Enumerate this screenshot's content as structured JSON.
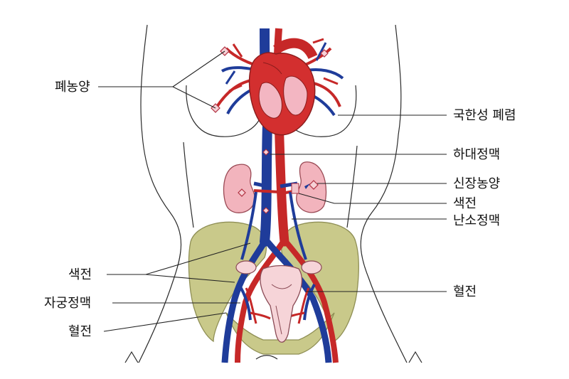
{
  "colors": {
    "vein": "#1f3c9a",
    "artery": "#c62828",
    "heart": "#d32f2f",
    "heart_chamber": "#f3b6c2",
    "kidney": "#f2b4bd",
    "pelvis": "#c9c98a",
    "pelvis_edge": "#8f8f55",
    "uterus": "#f6d4d8",
    "thrombus": "#f1c3ca"
  },
  "labels": {
    "left": {
      "pulmonary_abscess": "폐농양",
      "septic_emboli": "색전",
      "uterine_vein": "자궁정맥",
      "thrombus": "혈전"
    },
    "right": {
      "ischemic_lung": "국한성 폐렴",
      "inferior_vena_cava": "하대정맥",
      "renal_abscess": "신장농양",
      "septic_emboli": "색전",
      "ovarian_vein": "난소정맥",
      "thrombus": "혈전"
    }
  }
}
